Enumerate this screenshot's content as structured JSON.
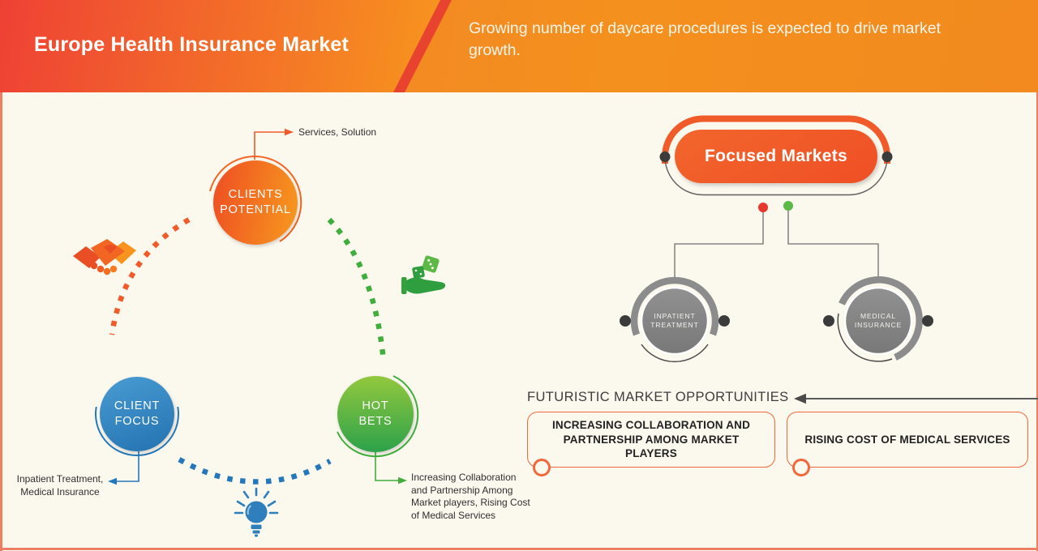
{
  "header": {
    "title": "Europe Health Insurance Market",
    "subtitle": "Growing number of daycare procedures is expected to drive market growth."
  },
  "strategy": {
    "clients_potential": {
      "line1": "CLIENTS",
      "line2": "POTENTIAL",
      "note": "Services, Solution"
    },
    "client_focus": {
      "line1": "CLIENT",
      "line2": "FOCUS",
      "note_line1": "Inpatient Treatment,",
      "note_line2": "Medical Insurance"
    },
    "hot_bets": {
      "line1": "HOT",
      "line2": "BETS",
      "note": "Increasing Collaboration and Partnership Among Market players, Rising Cost of Medical Services"
    },
    "icons": [
      "handshake-icon",
      "hand-dice-icon",
      "lightbulb-icon"
    ]
  },
  "focused_markets": {
    "title": "Focused Markets",
    "markets": [
      {
        "line1": "INPATIENT",
        "line2": "TREATMENT"
      },
      {
        "line1": "MEDICAL",
        "line2": "INSURANCE"
      }
    ]
  },
  "opportunities": {
    "heading": "FUTURISTIC MARKET OPPORTUNITIES",
    "items": [
      {
        "label": "INCREASING COLLABORATION AND PARTNERSHIP AMONG MARKET PLAYERS"
      },
      {
        "label": "RISING COST OF MEDICAL SERVICES"
      }
    ]
  },
  "colors": {
    "header_red": "#ee4135",
    "header_orange": "#f4901d",
    "accent_orange": "#f15a29",
    "accent_blue": "#2478b9",
    "accent_green": "#3fae3b",
    "gray_node": "#868686",
    "box_border": "#f2683c",
    "background": "#fbf8ee",
    "frame_border": "#ee7e64"
  }
}
